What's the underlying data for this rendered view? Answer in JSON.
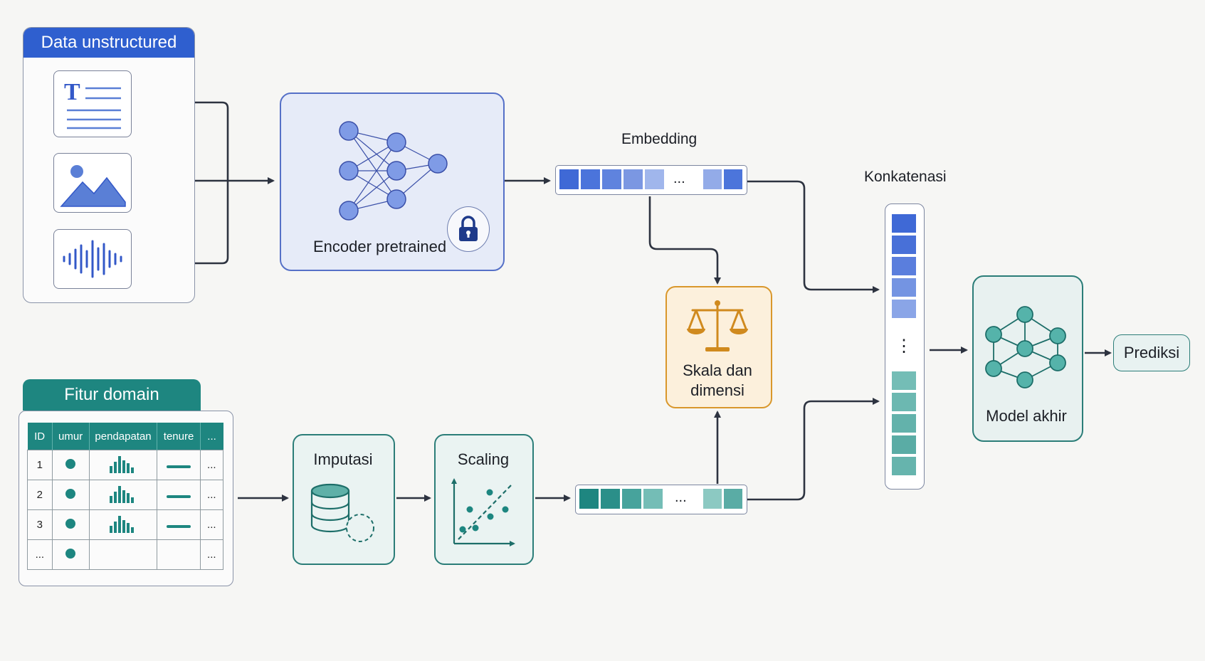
{
  "colors": {
    "blue": "#3f69d6",
    "teal": "#2b8f89",
    "orange": "#d9972b",
    "arrow": "#2d3340"
  },
  "unstructured": {
    "title": "Data unstructured",
    "icons": [
      "text-document-icon",
      "image-icon",
      "audio-waveform-icon"
    ]
  },
  "encoder": {
    "label": "Encoder pretrained",
    "icons": [
      "neural-network-icon",
      "lock-icon"
    ]
  },
  "embedding": {
    "label": "Embedding",
    "ellipsis": "..."
  },
  "concat": {
    "label": "Konkatenasi",
    "ellipsis": "⋮"
  },
  "scale": {
    "line1": "Skala dan",
    "line2": "dimensi",
    "icon": "balance-scale-icon"
  },
  "domain": {
    "title": "Fitur domain",
    "columns": [
      "ID",
      "umur",
      "pendapatan",
      "tenure",
      "..."
    ],
    "rows": [
      [
        "1"
      ],
      [
        "2"
      ],
      [
        "3"
      ],
      [
        "..."
      ]
    ],
    "ellipsis": "..."
  },
  "imputation": {
    "label": "Imputasi",
    "icon": "database-icon"
  },
  "scaling": {
    "label": "Scaling",
    "icon": "scatter-plot-icon"
  },
  "domain_vector": {
    "ellipsis": "..."
  },
  "model": {
    "label": "Model akhir",
    "icon": "network-graph-icon"
  },
  "prediction": {
    "label": "Prediksi"
  }
}
